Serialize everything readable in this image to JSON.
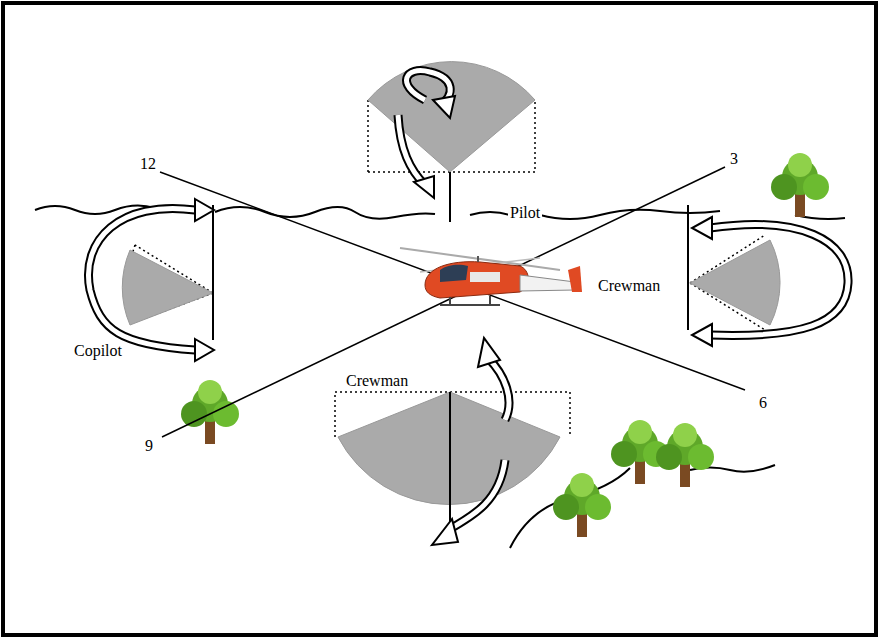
{
  "diagram": {
    "labels": [
      "12",
      "3",
      "Pilot",
      "Crewman",
      "Copilot",
      "Crewman",
      "9",
      "6"
    ]
  }
}
